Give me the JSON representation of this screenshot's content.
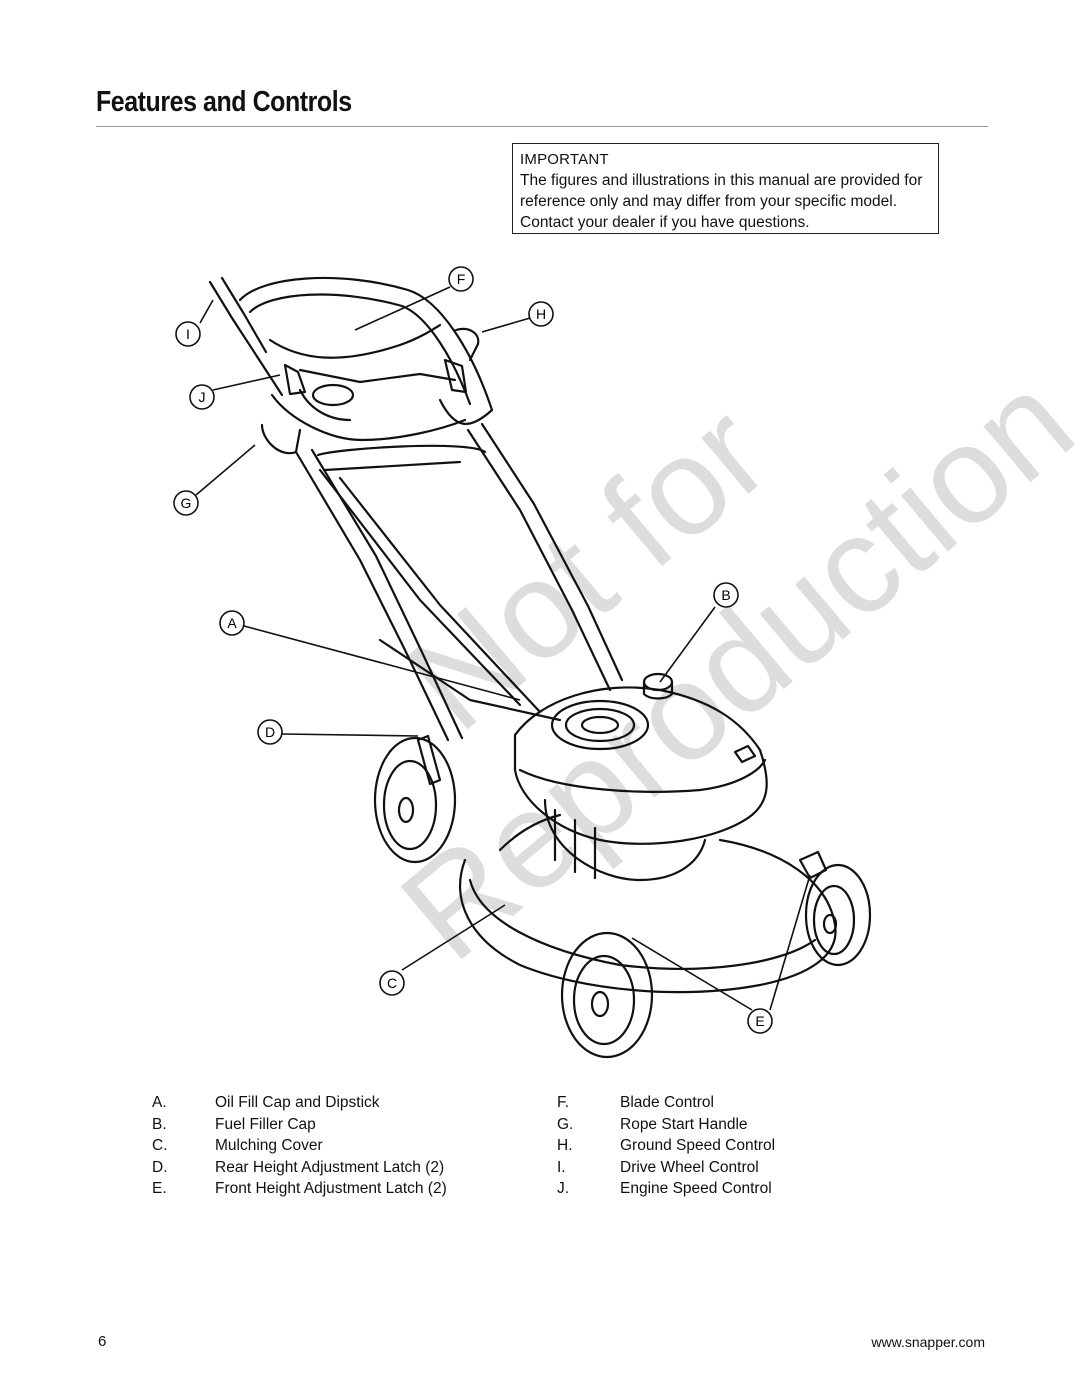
{
  "page": {
    "title": "Features and Controls",
    "page_number": "6",
    "url": "www.snapper.com"
  },
  "note": {
    "heading": "IMPORTANT",
    "body": "The figures and illustrations in this manual are provided for reference only and may differ from your specific model. Contact your dealer if you have questions."
  },
  "watermark": {
    "line1": "Not for",
    "line2": "Reproduction"
  },
  "callouts": [
    "A",
    "B",
    "C",
    "D",
    "E",
    "F",
    "G",
    "H",
    "I",
    "J"
  ],
  "legend_left": [
    {
      "key": "A.",
      "label": "Oil Fill Cap and Dipstick"
    },
    {
      "key": "B.",
      "label": "Fuel Filler Cap"
    },
    {
      "key": "C.",
      "label": "Mulching Cover"
    },
    {
      "key": "D.",
      "label": "Rear Height Adjustment Latch (2)"
    },
    {
      "key": "E.",
      "label": "Front Height Adjustment Latch (2)"
    }
  ],
  "legend_right": [
    {
      "key": "F.",
      "label": "Blade Control"
    },
    {
      "key": "G.",
      "label": "Rope Start Handle"
    },
    {
      "key": "H.",
      "label": "Ground Speed Control"
    },
    {
      "key": "I.",
      "label": "Drive Wheel Control"
    },
    {
      "key": "J.",
      "label": "Engine Speed Control"
    }
  ]
}
